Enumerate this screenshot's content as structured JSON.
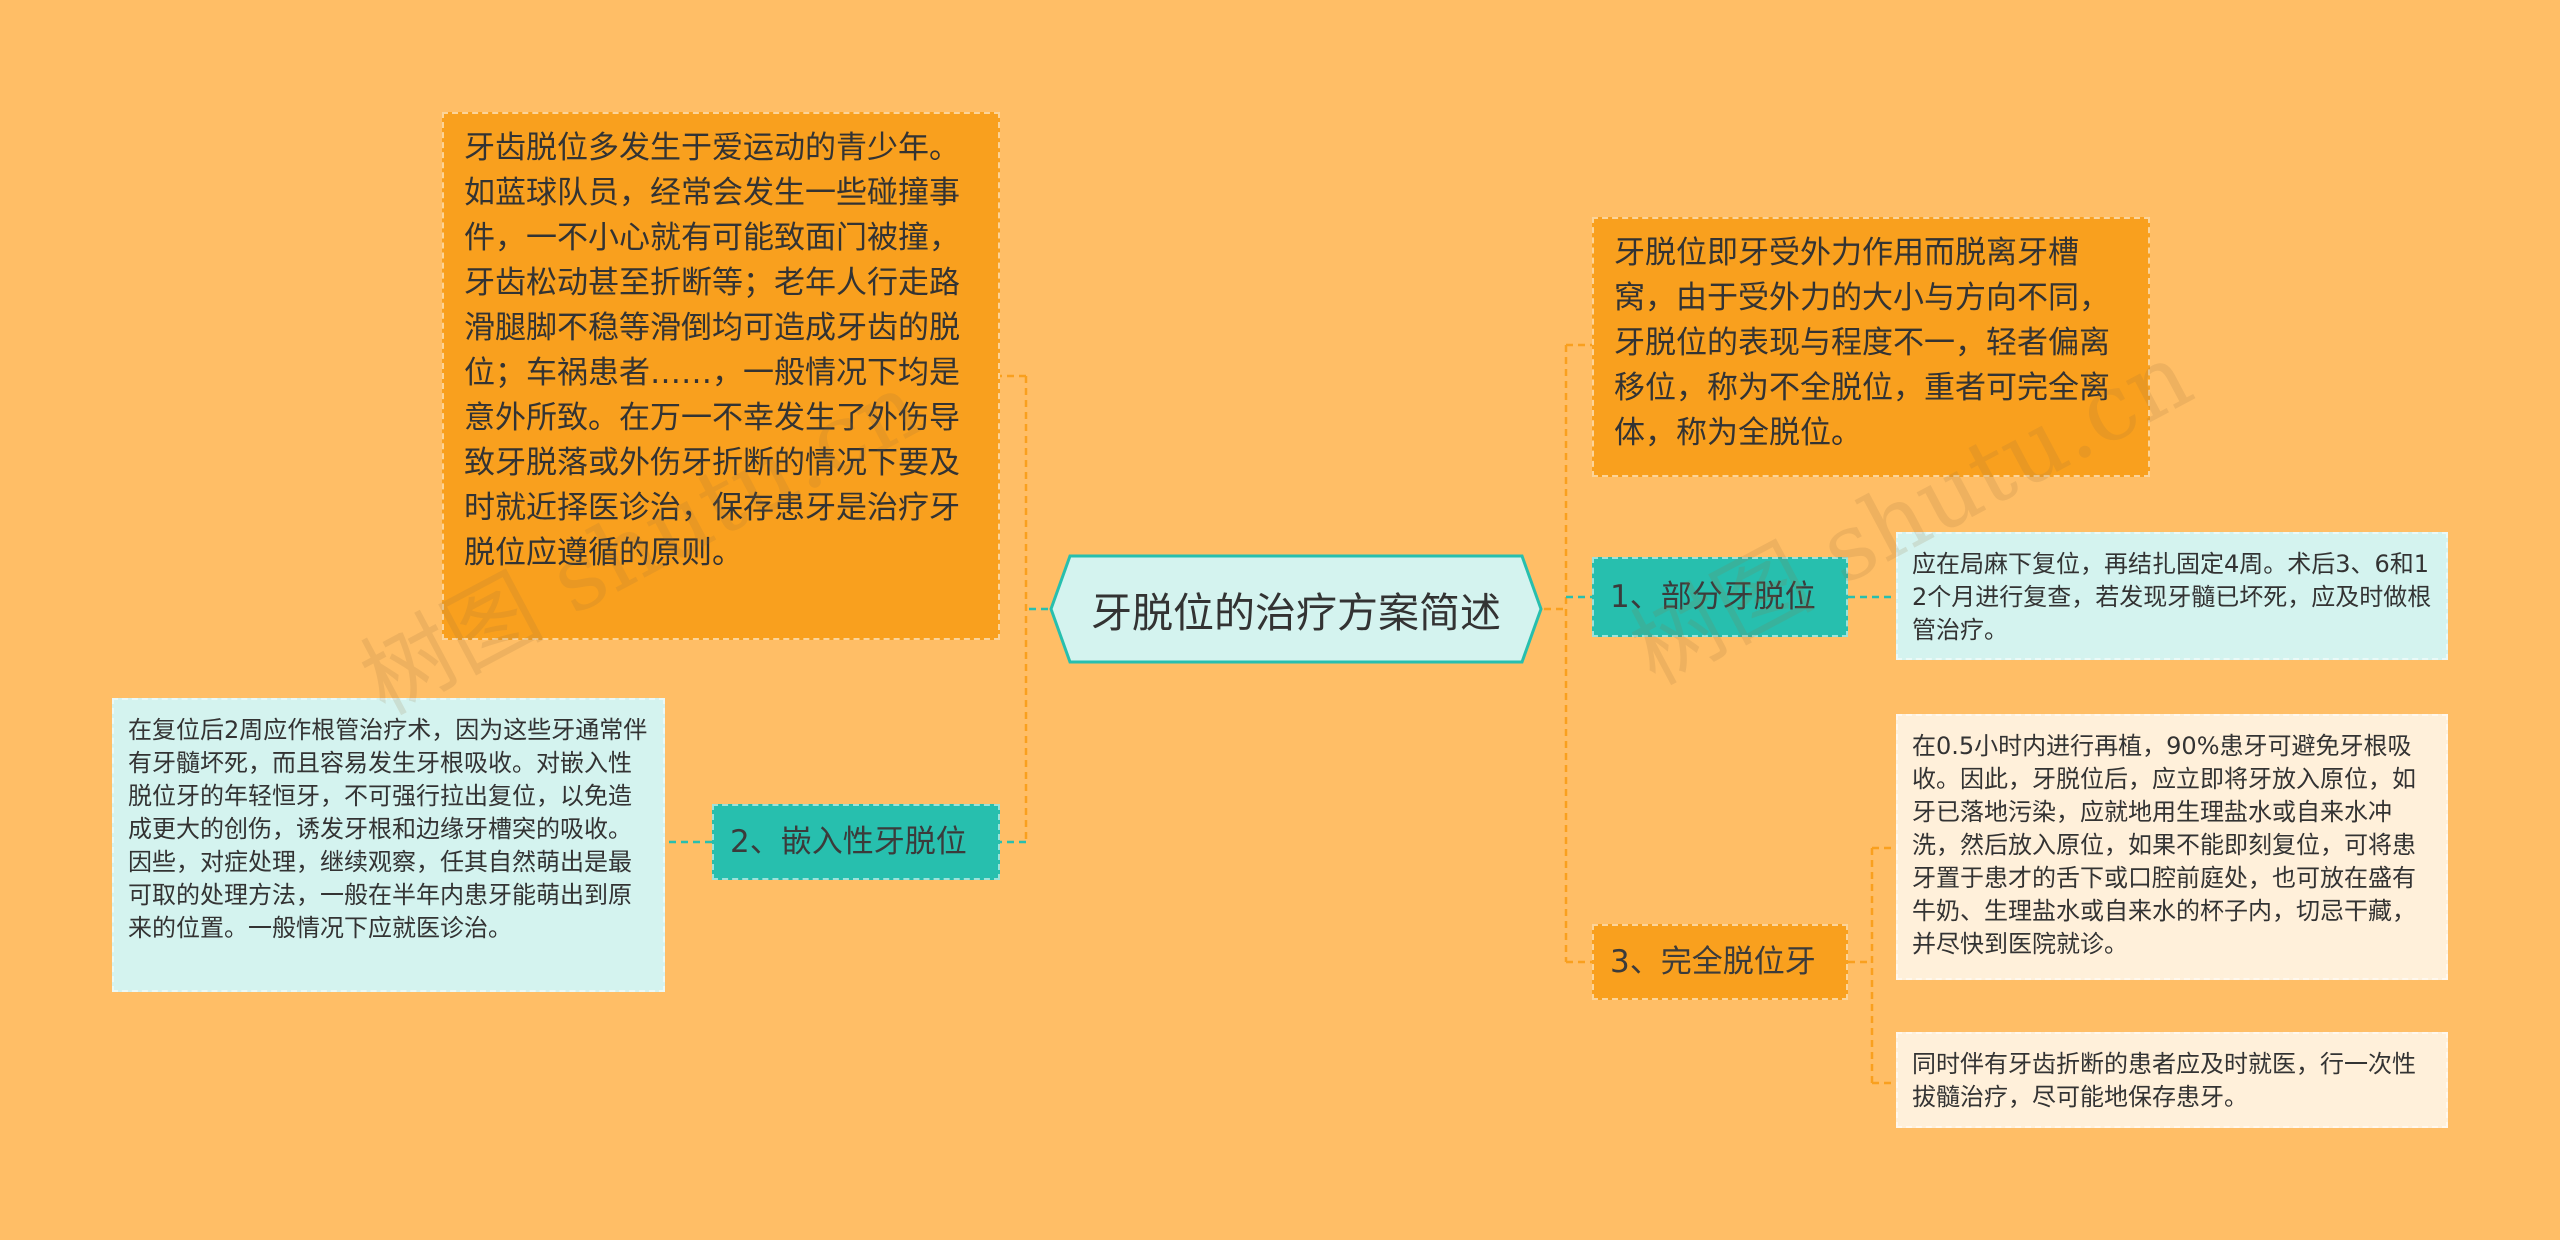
{
  "diagram": {
    "center": "牙脱位的治疗方案简述",
    "left_intro": "牙齿脱位多发生于爱运动的青少年。如蓝球队员，经常会发生一些碰撞事件，一不小心就有可能致面门被撞，牙齿松动甚至折断等；老年人行走路滑腿脚不稳等滑倒均可造成牙齿的脱位；车祸患者……，一般情况下均是意外所致。在万一不幸发生了外伤导致牙脱落或外伤牙折断的情况下要及时就近择医诊治，保存患牙是治疗牙脱位应遵循的原则。",
    "right_intro": "牙脱位即牙受外力作用而脱离牙槽窝，由于受外力的大小与方向不同，牙脱位的表现与程度不一，轻者偏离移位，称为不全脱位，重者可完全离体，称为全脱位。",
    "branch1": {
      "label": "1、部分牙脱位",
      "detail": "应在局麻下复位，再结扎固定4周。术后3、6和12个月进行复查，若发现牙髓已坏死，应及时做根管治疗。"
    },
    "branch2": {
      "label": "2、嵌入性牙脱位",
      "detail": "在复位后2周应作根管治疗术，因为这些牙通常伴有牙髓坏死，而且容易发生牙根吸收。对嵌入性脱位牙的年轻恒牙，不可强行拉出复位，以免造成更大的创伤，诱发牙根和边缘牙槽突的吸收。因些，对症处理，继续观察，任其自然萌出是最可取的处理方法，一般在半年内患牙能萌出到原来的位置。一般情况下应就医诊治。"
    },
    "branch3": {
      "label": "3、完全脱位牙",
      "detail1": "在0.5小时内进行再植，90%患牙可避免牙根吸收。因此，牙脱位后，应立即将牙放入原位，如牙已落地污染，应就地用生理盐水或自来水冲洗，然后放入原位，如果不能即刻复位，可将患牙置于患才的舌下或口腔前庭处，也可放在盛有牛奶、生理盐水或自来水的杯子内，切忌干藏，并尽快到医院就诊。",
      "detail2": "同时伴有牙齿折断的患者应及时就医，行一次性拔髓治疗，尽可能地保存患牙。"
    }
  },
  "watermarks": [
    "树图 shutu.cn",
    "树图 shutu.cn"
  ],
  "colors": {
    "background": "#FFBE66",
    "orange_node": "#F9A01E",
    "teal_node": "#27BFAE",
    "light_teal_node": "#D4F3EF",
    "cream_node": "#FFF0DA",
    "center_fill": "#D4F3EF",
    "center_border": "#27BFAE",
    "connector_teal": "#27BFAE",
    "connector_orange": "#F9A01E"
  }
}
